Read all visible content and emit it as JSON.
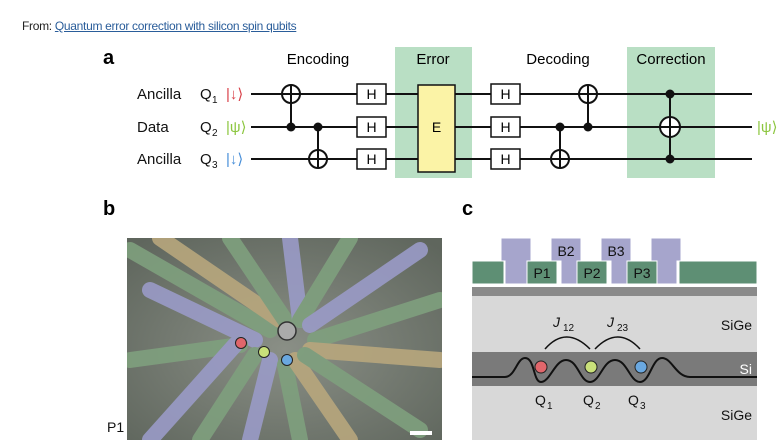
{
  "source": {
    "prefix": "From:",
    "link": "Quantum error correction with silicon spin qubits"
  },
  "panels": {
    "a": "a",
    "b": "b",
    "c": "c"
  },
  "circuit": {
    "stages": [
      "Encoding",
      "Error",
      "Decoding",
      "Correction"
    ],
    "rows": [
      {
        "role": "Ancilla",
        "qubit": "Q",
        "sub": "1",
        "state": "|↓⟩",
        "color": "#d9434b"
      },
      {
        "role": "Data",
        "qubit": "Q",
        "sub": "2",
        "state": "|ψ⟩",
        "color": "#8cc63f"
      },
      {
        "role": "Ancilla",
        "qubit": "Q",
        "sub": "3",
        "state": "|↓⟩",
        "color": "#4a90d9"
      }
    ],
    "hadamard": "H",
    "error_gate": "E",
    "output": "|ψ⟩",
    "stage_bg": "#b9dfc4",
    "error_bg": "#fbf3a6"
  },
  "sem": {
    "label": "P1"
  },
  "device": {
    "gates": [
      "B2",
      "B3",
      "P1",
      "P2",
      "P3"
    ],
    "couplings": [
      {
        "J": "J",
        "sub": "12"
      },
      {
        "J": "J",
        "sub": "23"
      }
    ],
    "layers": [
      "SiGe",
      "Si",
      "SiGe"
    ],
    "qubits": [
      {
        "q": "Q",
        "sub": "1"
      },
      {
        "q": "Q",
        "sub": "2"
      },
      {
        "q": "Q",
        "sub": "3"
      }
    ],
    "barrier_color": "#a6a5cc",
    "plunger_color": "#5e8f74"
  }
}
